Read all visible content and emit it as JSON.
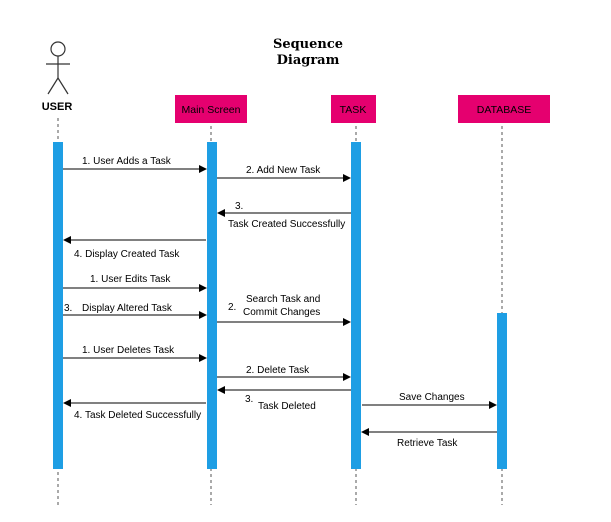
{
  "title": {
    "line1": "Sequence",
    "line2": "Diagram"
  },
  "colors": {
    "participant_box": "#e5006f",
    "activation_bar": "#1e9ee4"
  },
  "participants": {
    "user": "USER",
    "main_screen": "Main Screen",
    "task": "TASK",
    "database": "DATABASE"
  },
  "messages": {
    "m1": "1.  User Adds a Task",
    "m2": "2.  Add New Task",
    "m3_num": "3.",
    "m3_text": "Task Created Successfully",
    "m4": "4.  Display Created Task",
    "m5": "1. User Edits Task",
    "m6_num": "3.",
    "m6_text": "Display Altered Task",
    "m7_num": "2.",
    "m7_line1": "Search Task and",
    "m7_line2": "Commit Changes",
    "m8": "1.  User Deletes Task",
    "m9": "2.    Delete Task",
    "m10_num": "3.",
    "m10_text": "Task Deleted",
    "m11": "Save Changes",
    "m12": "4.  Task Deleted Successfully",
    "m13": "Retrieve Task"
  }
}
